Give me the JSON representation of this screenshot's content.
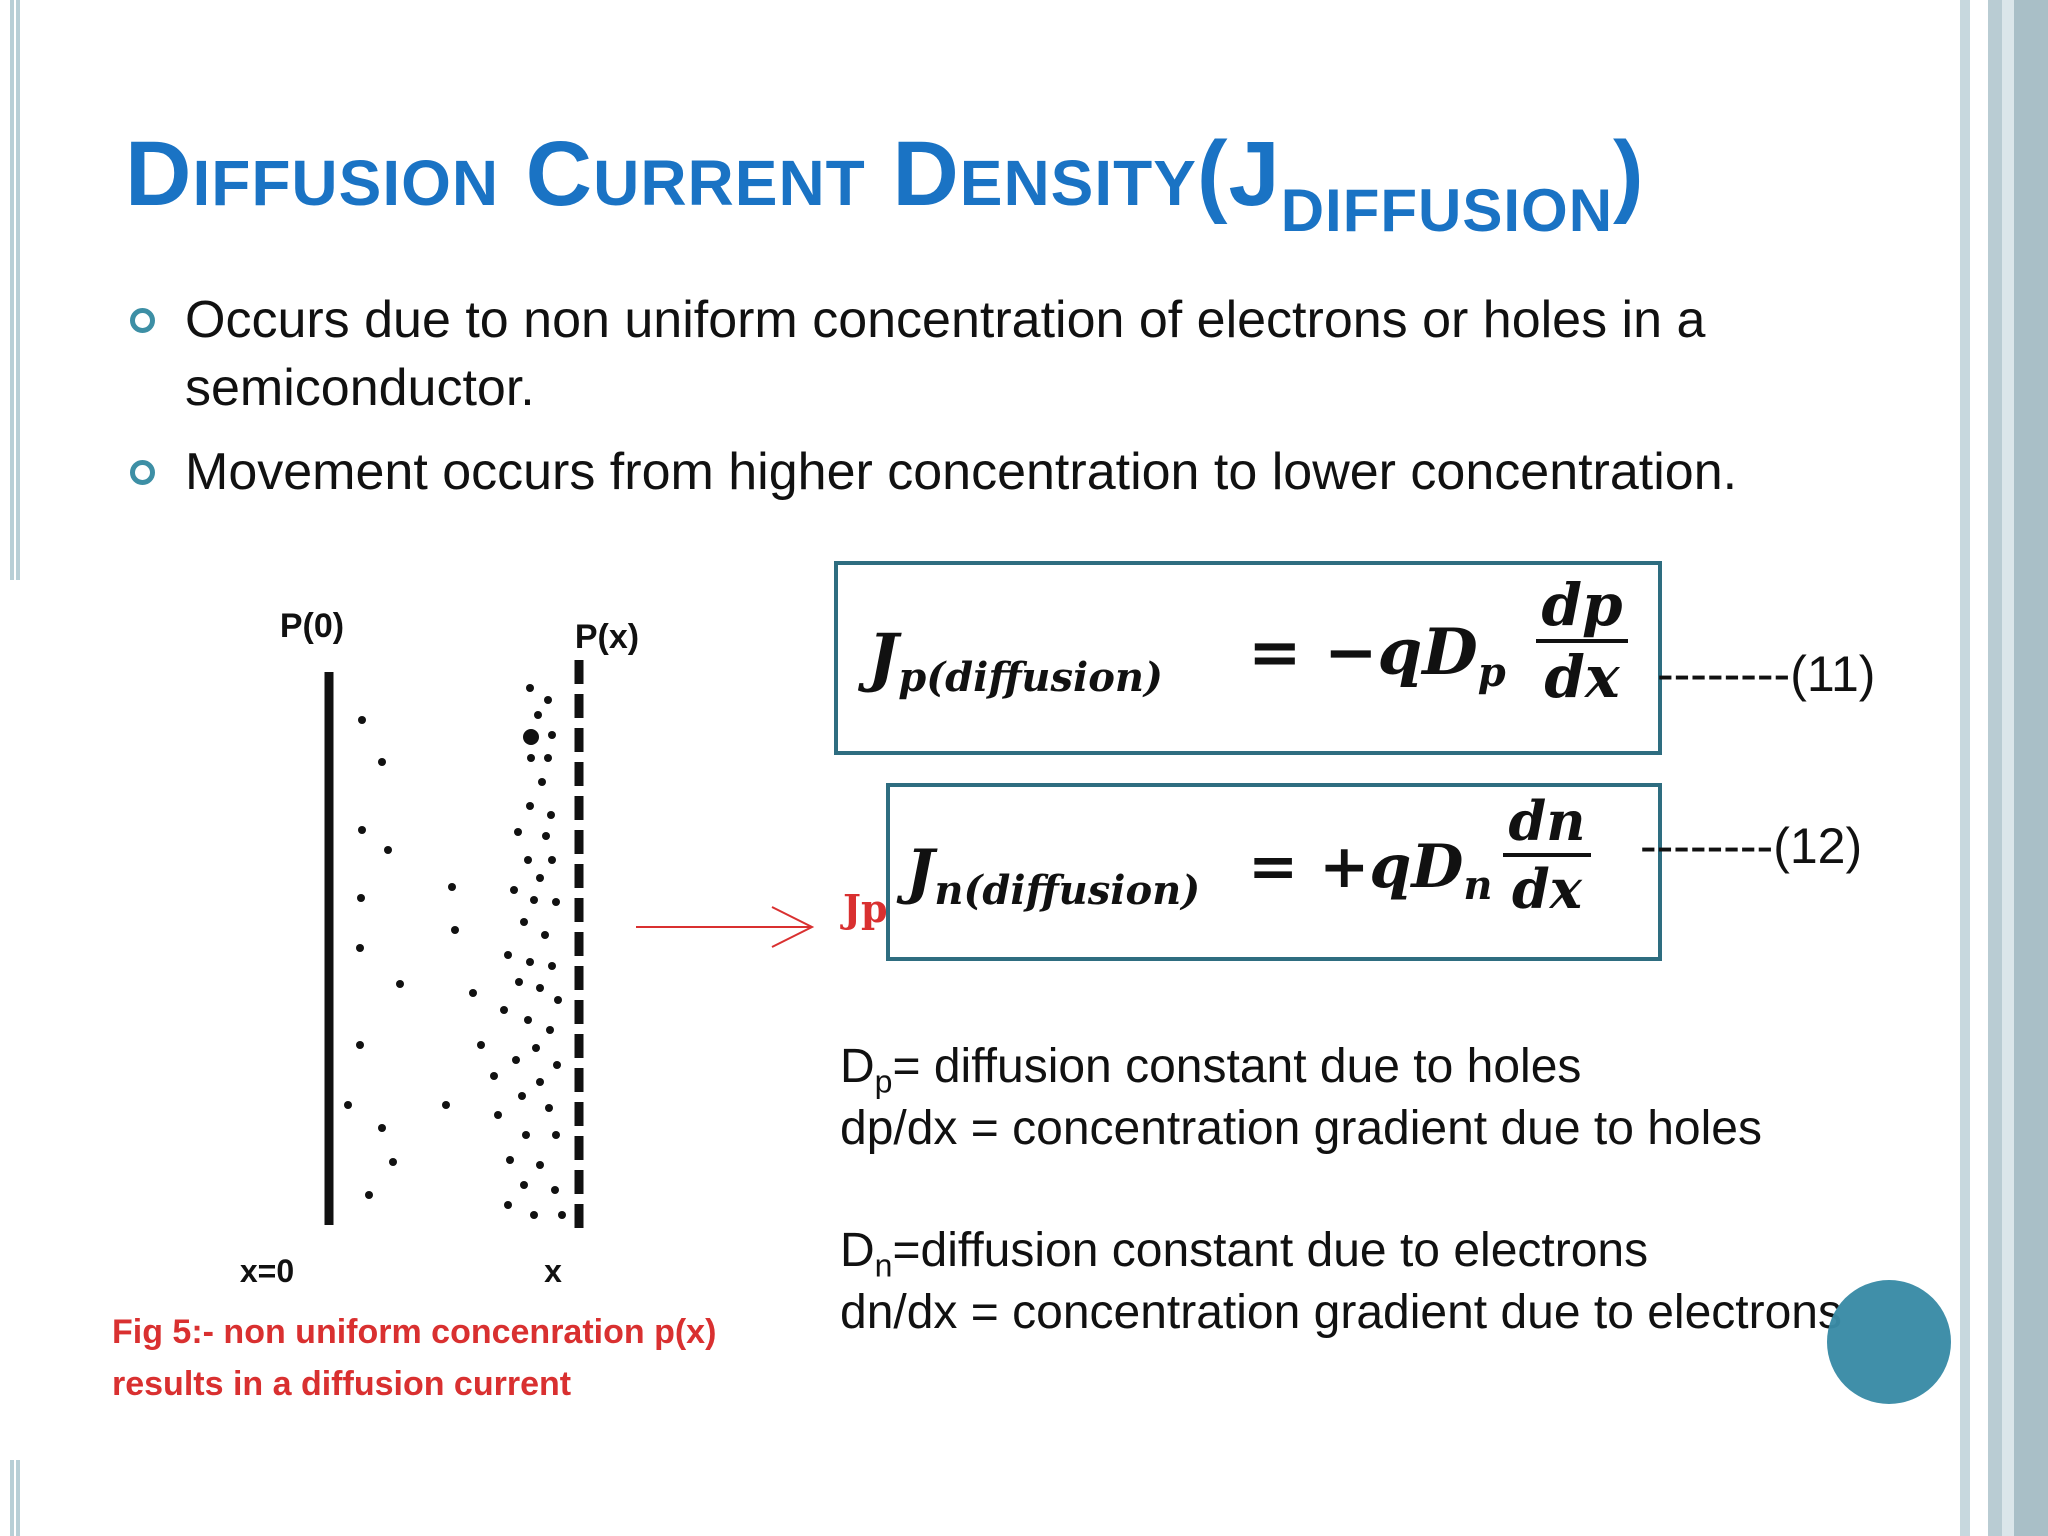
{
  "slide": {
    "title_main": "Diffusion Current Density(J",
    "title_sub": "DIFFUSION",
    "title_close": ")",
    "bullets": [
      "Occurs due to non uniform concentration of electrons or holes in a semiconductor.",
      "Movement occurs from higher concentration to lower concentration."
    ]
  },
  "figure": {
    "label_p0": "P(0)",
    "label_px": "P(x)",
    "label_x0": "x=0",
    "label_x": "x",
    "current_label": "Jp",
    "caption_line1": "Fig 5:- non uniform concenration p(x)",
    "caption_line2": "results in a diffusion current"
  },
  "equations": [
    {
      "lhs": "J",
      "lhs_sub": "p(diffusion)",
      "rhs": "= −qD",
      "rhs_sub": "p",
      "num": "dp",
      "den": "dx",
      "number": "--------(11)"
    },
    {
      "lhs": "J",
      "lhs_sub": "n(diffusion)",
      "rhs": "= +qD",
      "rhs_sub": "n",
      "num": "dn",
      "den": "dx",
      "number": "--------(12)"
    }
  ],
  "definitions": {
    "dp_main": "D",
    "dp_sub": "p",
    "dp_rest": "= diffusion constant due to holes",
    "dpdx": "dp/dx = concentration gradient due to holes",
    "dn_main": "D",
    "dn_sub": "n",
    "dn_rest": "=diffusion constant due to electrons",
    "dndx": "dn/dx = concentration gradient due to electrons"
  },
  "colors": {
    "title": "#1a73c4",
    "bullet_marker": "#3d8fa5",
    "caption": "#d93030",
    "arrow": "#d93030",
    "eq_border": "#2e6d80",
    "circle": "#3a8ba6"
  }
}
